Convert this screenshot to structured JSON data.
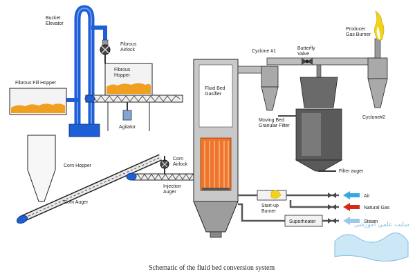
{
  "labels": {
    "bucket_elevator": "Bucket\nElevator",
    "fibrous_airlock": "Fibrous\nAirlock",
    "fibrous_hopper": "Fibrous\nHopper",
    "fibrous_fill_hopper": "Fibrous Fill Hopper",
    "agitator": "Agitator",
    "corn_hopper": "Corn Hopper",
    "corn_auger": "Corn Auger",
    "corn_airlock": "Corn\nAirlock",
    "injection_auger": "Injection\nAuger",
    "fluid_bed_gasifier": "Fluid Bed\nGasifier",
    "cyclone_1": "Cyclone #1",
    "butterfly_valve": "Butterfly\nValve",
    "producer_gas_burner": "Producer\nGas Burner",
    "cyclone_2": "Cyclone#2",
    "moving_bed_granular_filter": "Moving Bed\nGranular Filter",
    "filter_auger": "Filter auger",
    "air": "Air",
    "natural_gas": "Natural Gas",
    "steam": "Steam",
    "startup_burner": "Start-up\nBurner",
    "superheater": "Superheater"
  },
  "caption": "Schematic of the fluid bed conversion system",
  "watermark": "سایت علمی آموزشی",
  "colors": {
    "elevator_blue": "#1f5fd6",
    "grain_orange": "#f0a020",
    "bed_orange": "#f0752a",
    "flame_yellow": "#f2d21a",
    "air_arrow": "#3aa8e0",
    "gas_arrow": "#d42a1c",
    "steam_arrow": "#9ac8e8",
    "vessel_gray": "#a9a9a9",
    "filter_dark": "#555555",
    "line_dark": "#222222"
  }
}
